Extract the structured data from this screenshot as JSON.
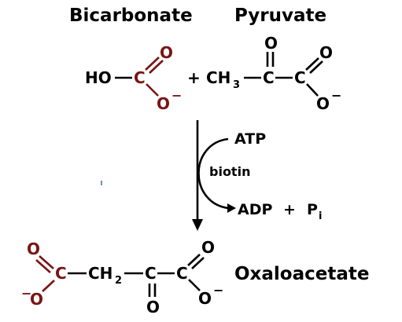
{
  "colors": {
    "black": "#000000",
    "maroon": "#7a1414"
  },
  "headers": {
    "left": "Bicarbonate",
    "right": "Pyruvate"
  },
  "bicarbonate": {
    "ho": "HO",
    "c": "C",
    "o_top": "O",
    "o_bottom": "O",
    "charge": "−"
  },
  "plus": "+",
  "pyruvate": {
    "ch3": "CH",
    "ch3_sub": "3",
    "c_keto": "C",
    "o_keto": "O",
    "c_carboxyl": "C",
    "o_top": "O",
    "o_bottom": "O",
    "charge": "−"
  },
  "reaction": {
    "atp": "ATP",
    "biotin": "biotin",
    "adp": "ADP",
    "plus": "+",
    "p": "P",
    "p_sub": "i"
  },
  "oxaloacetate": {
    "label": "Oxaloacetate",
    "o_left_top": "O",
    "o_left_bottom": "O",
    "charge_left": "−",
    "c_left": "C",
    "ch2": "CH",
    "ch2_sub": "2",
    "c_keto": "C",
    "o_keto": "O",
    "c_right": "C",
    "o_right_top": "O",
    "o_right_bottom": "O",
    "charge_right": "−"
  }
}
